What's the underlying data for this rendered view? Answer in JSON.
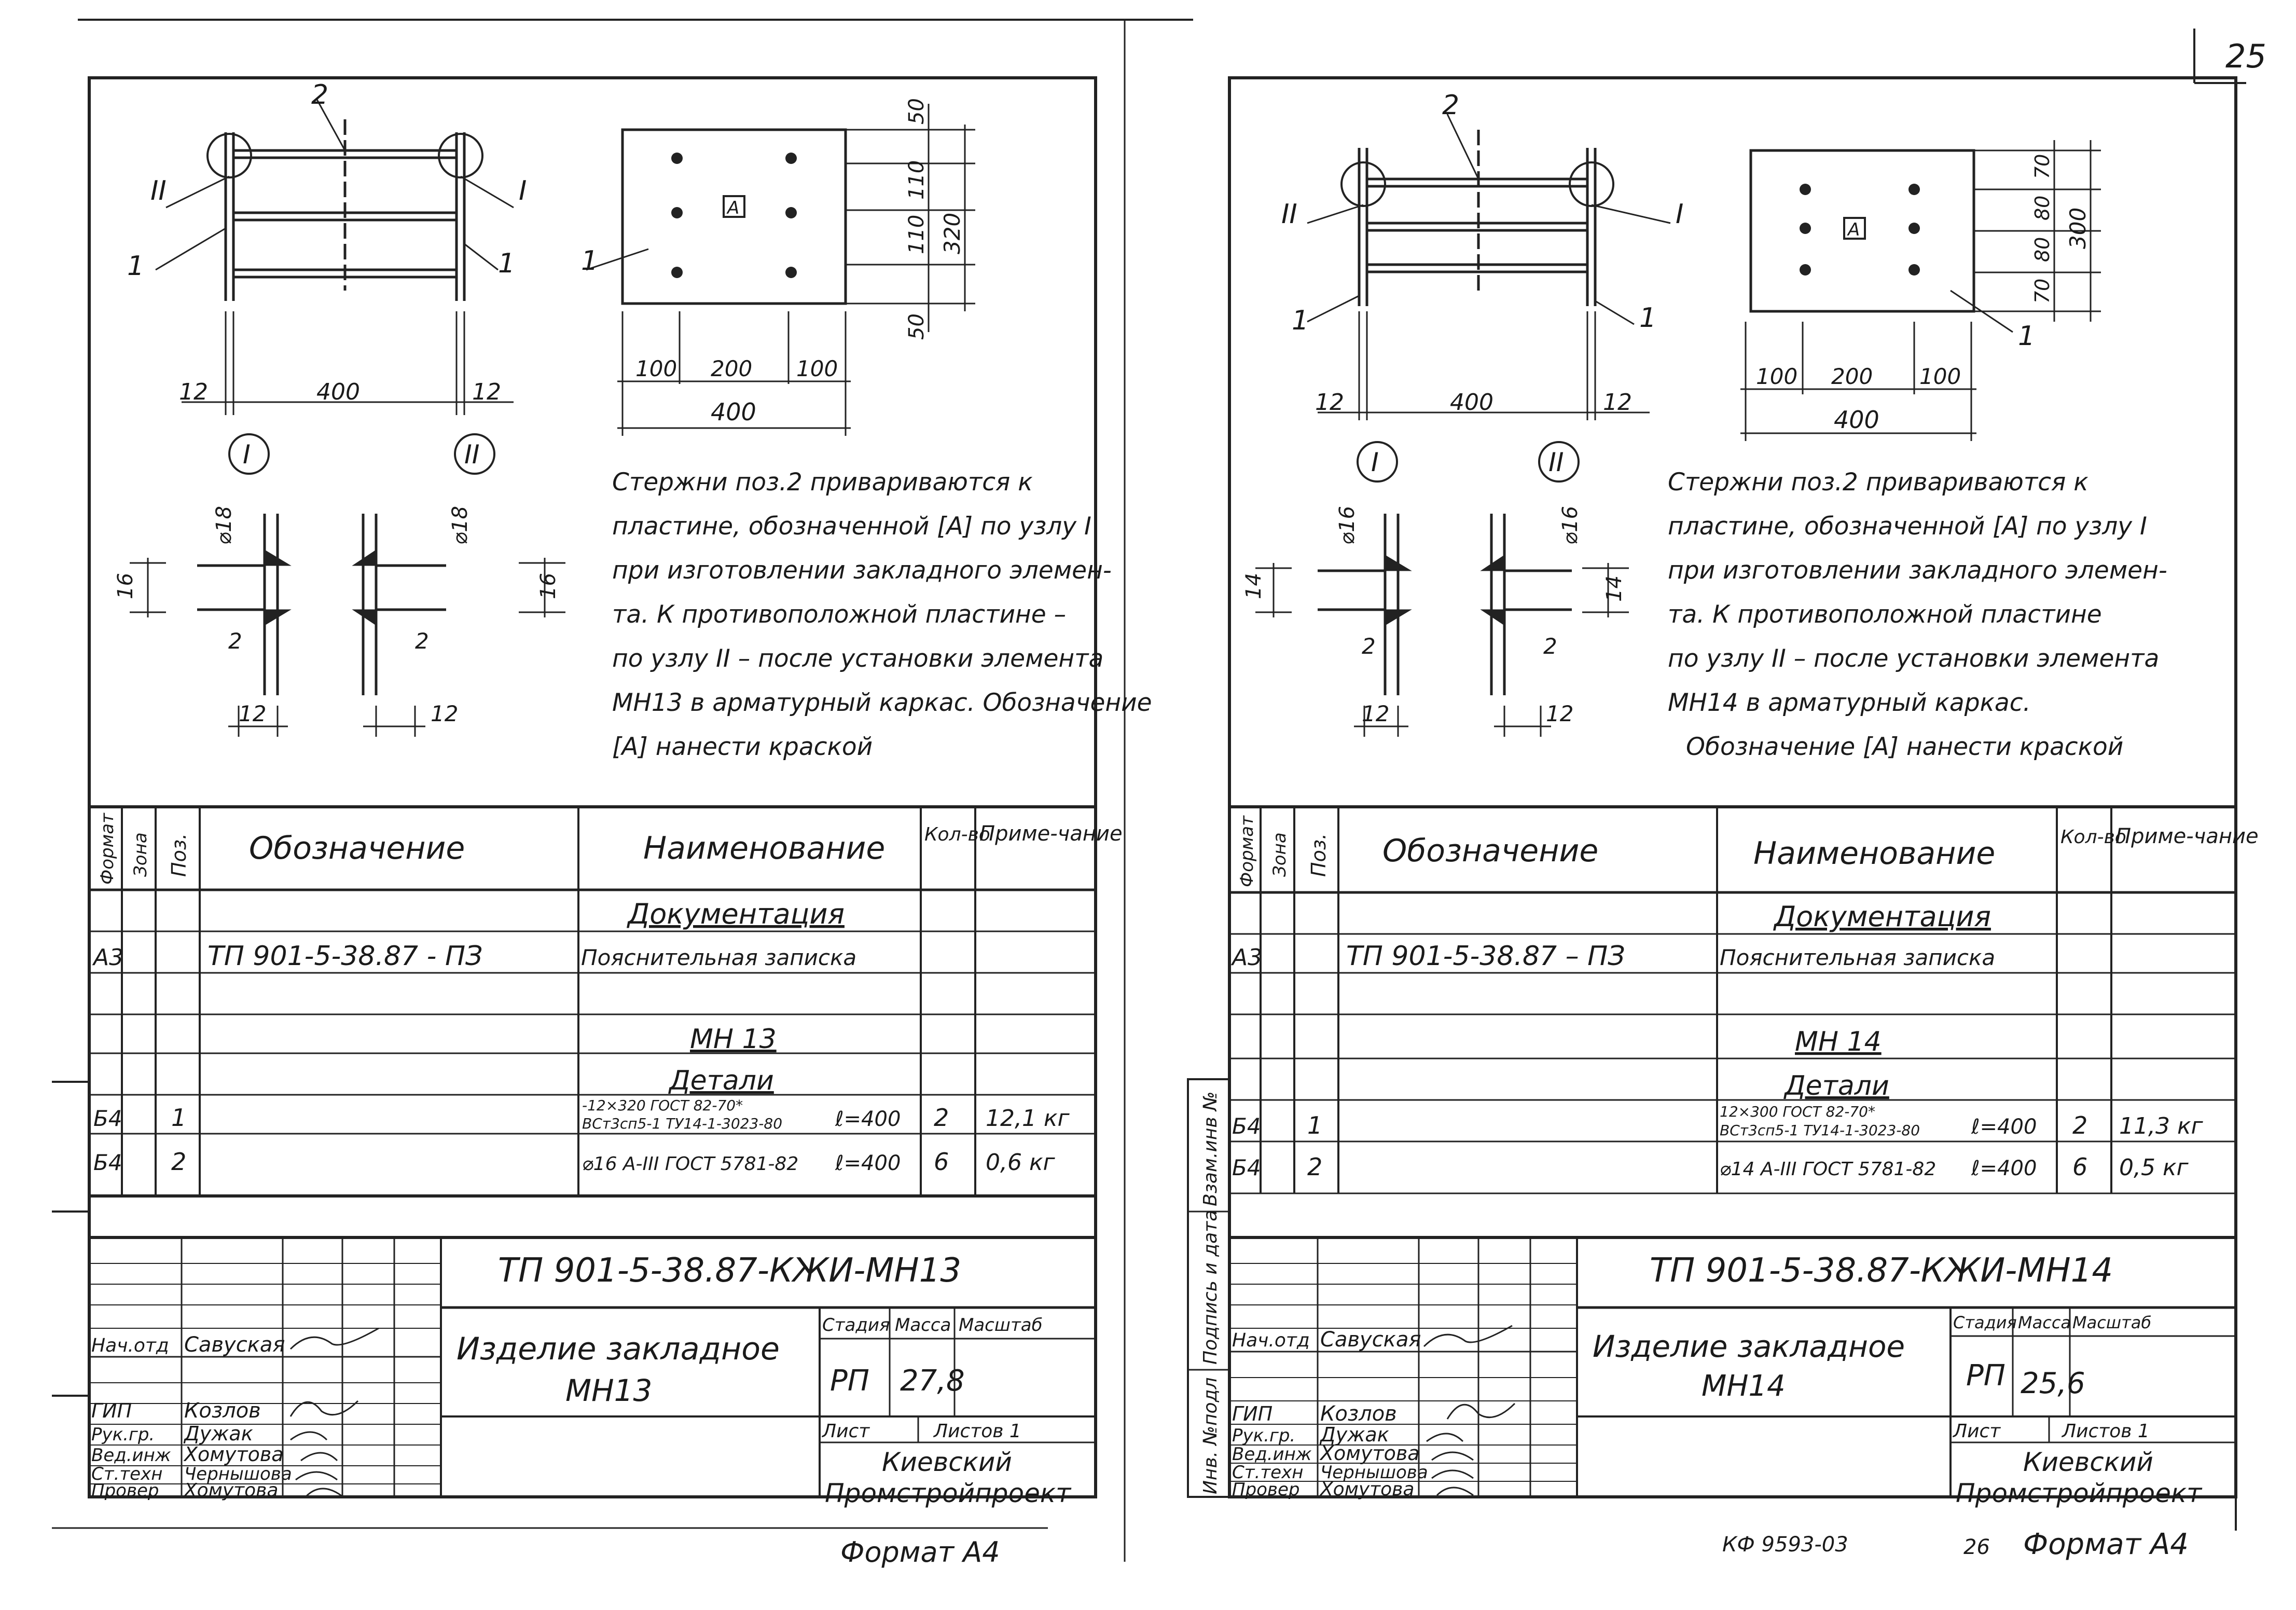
{
  "page_number": "25",
  "footer": {
    "code": "КФ 9593-03",
    "sheet_small": "26",
    "format_left": "Формат А4",
    "format_right": "Формат А4"
  },
  "side_stamp": {
    "vzam": "Взам.инв №",
    "podpis": "Подпись и дата",
    "inv": "Инв. №подл"
  },
  "sheets": [
    {
      "id": "mn13",
      "dims": {
        "rod_pos": "2",
        "plate_pos": "1",
        "node_II": "II",
        "node_I": "I",
        "span": "400",
        "end_left": "12",
        "end_right": "12",
        "plate_w": "400",
        "plate_seg_1": "100",
        "plate_seg_2": "200",
        "plate_seg_3": "100",
        "plate_h": "320",
        "plate_v_1": "50",
        "plate_v_2": "110",
        "plate_v_3": "110",
        "plate_v_4": "50",
        "mark": "A",
        "det_dia": "⌀18",
        "det_h": "16",
        "det_weld": "2",
        "det_w": "12"
      },
      "note_lines": [
        "Стержни поз.2 привариваются к",
        "пластине, обозначенной [A] по узлу I",
        "при изготовлении закладного элемен-",
        "та. К противоположной пластине –",
        "по узлу II – после установки элемента",
        "МН13 в арматурный каркас. Обозначение",
        "[A] нанести краской"
      ],
      "spec": {
        "headers": [
          "Формат",
          "Зона",
          "Поз.",
          "Обозначение",
          "Наименование",
          "Кол-во",
          "Приме-чание"
        ],
        "section_doc": "Документация",
        "doc_row": {
          "format": "А3",
          "designation": "ТП 901-5-38.87 - ПЗ",
          "name": "Пояснительная записка"
        },
        "section_item": "МН 13",
        "section_details": "Детали",
        "rows": [
          {
            "format": "Б4",
            "pos": "1",
            "name_1": "-12×320 ГОСТ 82-70*",
            "name_2": "ВСт3сп5-1 ТУ14-1-3023-80",
            "length": "ℓ=400",
            "qty": "2",
            "note": "12,1 кг"
          },
          {
            "format": "Б4",
            "pos": "2",
            "name_1": "⌀16 А-III ГОСТ 5781-82",
            "name_2": "",
            "length": "ℓ=400",
            "qty": "6",
            "note": "0,6 кг"
          }
        ]
      },
      "title_block": {
        "code": "ТП 901-5-38.87-КЖИ-МН13",
        "name_1": "Изделие закладное",
        "name_2": "МН13",
        "stage_label": "Стадия",
        "mass_label": "Масса",
        "scale_label": "Масштаб",
        "stage": "РП",
        "mass": "27,8",
        "scale": "",
        "sheet_label": "Лист",
        "sheets_label": "Листов 1",
        "org_1": "Киевский",
        "org_2": "Промстройпроект",
        "people": [
          {
            "role": "Нач.отд",
            "name": "Савуская"
          },
          {
            "role": "ГИП",
            "name": "Козлов"
          },
          {
            "role": "Рук.гр.",
            "name": "Дужак"
          },
          {
            "role": "Вед.инж",
            "name": "Хомутова"
          },
          {
            "role": "Ст.техн",
            "name": "Чернышова"
          },
          {
            "role": "Провер",
            "name": "Хомутова"
          }
        ]
      }
    },
    {
      "id": "mn14",
      "dims": {
        "rod_pos": "2",
        "plate_pos": "1",
        "node_II": "II",
        "node_I": "I",
        "span": "400",
        "end_left": "12",
        "end_right": "12",
        "plate_w": "400",
        "plate_seg_1": "100",
        "plate_seg_2": "200",
        "plate_seg_3": "100",
        "plate_h": "300",
        "plate_v_1": "70",
        "plate_v_2": "80",
        "plate_v_3": "80",
        "plate_v_4": "70",
        "mark": "A",
        "det_dia": "⌀16",
        "det_h": "14",
        "det_weld": "2",
        "det_w": "12"
      },
      "note_lines": [
        "Стержни поз.2 привариваются к",
        "пластине, обозначенной [A] по узлу I",
        "при изготовлении закладного элемен-",
        "та. К противоположной пластине",
        "по узлу II – после установки элемента",
        "МН14 в арматурный каркас.",
        "Обозначение [A] нанести краской"
      ],
      "spec": {
        "headers": [
          "Формат",
          "Зона",
          "Поз.",
          "Обозначение",
          "Наименование",
          "Кол-во",
          "Приме-чание"
        ],
        "section_doc": "Документация",
        "doc_row": {
          "format": "А3",
          "designation": "ТП 901-5-38.87 – ПЗ",
          "name": "Пояснительная записка"
        },
        "section_item": "МН 14",
        "section_details": "Детали",
        "rows": [
          {
            "format": "Б4",
            "pos": "1",
            "name_1": "12×300 ГОСТ 82-70*",
            "name_2": "ВСт3сп5-1 ТУ14-1-3023-80",
            "length": "ℓ=400",
            "qty": "2",
            "note": "11,3 кг"
          },
          {
            "format": "Б4",
            "pos": "2",
            "name_1": "⌀14 А-III ГОСТ 5781-82",
            "name_2": "",
            "length": "ℓ=400",
            "qty": "6",
            "note": "0,5 кг"
          }
        ]
      },
      "title_block": {
        "code": "ТП 901-5-38.87-КЖИ-МН14",
        "name_1": "Изделие закладное",
        "name_2": "МН14",
        "stage_label": "Стадия",
        "mass_label": "Масса",
        "scale_label": "Масштаб",
        "stage": "РП",
        "mass": "25,6",
        "scale": "",
        "sheet_label": "Лист",
        "sheets_label": "Листов 1",
        "org_1": "Киевский",
        "org_2": "Промстройпроект",
        "people": [
          {
            "role": "Нач.отд",
            "name": "Савуская"
          },
          {
            "role": "ГИП",
            "name": "Козлов"
          },
          {
            "role": "Рук.гр.",
            "name": "Дужак"
          },
          {
            "role": "Вед.инж",
            "name": "Хомутова"
          },
          {
            "role": "Ст.техн",
            "name": "Чернышова"
          },
          {
            "role": "Провер",
            "name": "Хомутова"
          }
        ]
      }
    }
  ]
}
